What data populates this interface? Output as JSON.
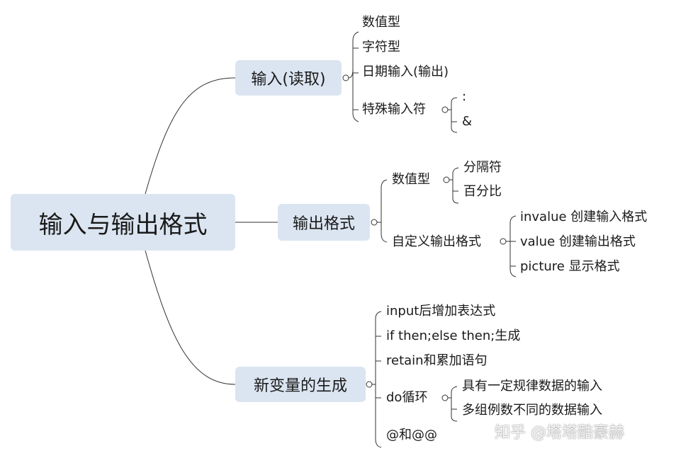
{
  "root": {
    "label": "输入与输出格式"
  },
  "branches": {
    "input": {
      "label": "输入(读取)",
      "items": [
        "数值型",
        "字符型",
        "日期输入(输出)",
        "特殊输入符"
      ],
      "special": [
        ":",
        "&"
      ]
    },
    "output": {
      "label": "输出格式",
      "numeric": {
        "label": "数值型",
        "items": [
          "分隔符",
          "百分比"
        ]
      },
      "custom": {
        "label": "自定义输出格式",
        "items": [
          "invalue 创建输入格式",
          "value 创建输出格式",
          "picture 显示格式"
        ]
      }
    },
    "newvar": {
      "label": "新变量的生成",
      "items": [
        "input后增加表达式",
        "if then;else then;生成",
        "retain和累加语句",
        "do循环",
        "@和@@"
      ],
      "do_loop": [
        "具有一定规律数据的输入",
        "多组例数不同的数据输入"
      ]
    }
  },
  "watermark": "知乎 @塔塔酷豪赫"
}
